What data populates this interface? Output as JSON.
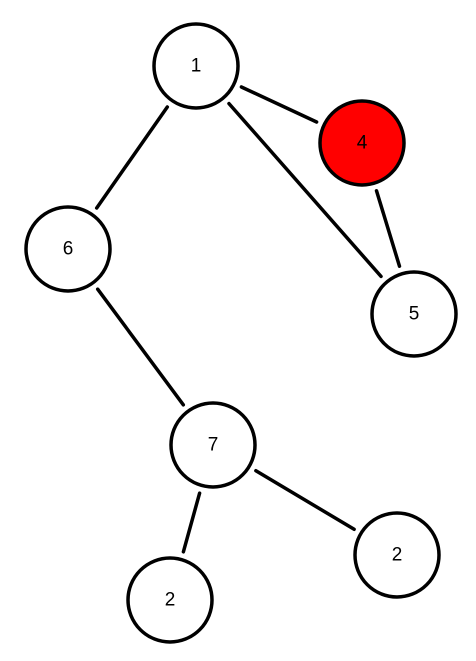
{
  "graph": {
    "nodes": [
      {
        "id": "n1",
        "label": "1",
        "fill": "#ffffff"
      },
      {
        "id": "n4",
        "label": "4",
        "fill": "#ff0000"
      },
      {
        "id": "n6",
        "label": "6",
        "fill": "#ffffff"
      },
      {
        "id": "n5",
        "label": "5",
        "fill": "#ffffff"
      },
      {
        "id": "n7",
        "label": "7",
        "fill": "#ffffff"
      },
      {
        "id": "n2a",
        "label": "2",
        "fill": "#ffffff"
      },
      {
        "id": "n2b",
        "label": "2",
        "fill": "#ffffff"
      }
    ],
    "edges": [
      {
        "from": "n1",
        "to": "n4"
      },
      {
        "from": "n1",
        "to": "n6"
      },
      {
        "from": "n1",
        "to": "n5"
      },
      {
        "from": "n4",
        "to": "n5"
      },
      {
        "from": "n6",
        "to": "n7"
      },
      {
        "from": "n7",
        "to": "n2a"
      },
      {
        "from": "n7",
        "to": "n2b"
      }
    ]
  }
}
